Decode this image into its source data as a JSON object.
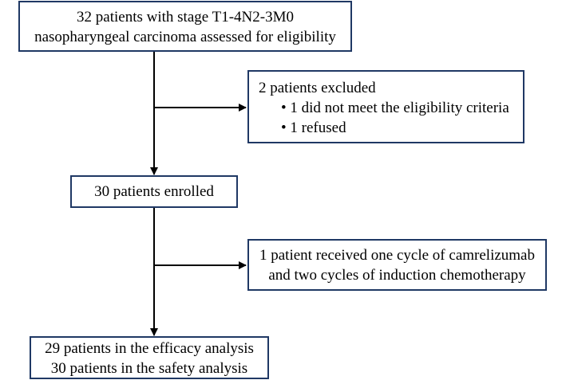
{
  "flowchart": {
    "assessed_box": {
      "lines": [
        "32 patients with stage T1-4N2-3M0",
        "nasopharyngeal carcinoma assessed for eligibility"
      ]
    },
    "excluded_box": {
      "title": "2 patients excluded",
      "bullets": [
        "• 1 did not meet the eligibility criteria",
        "• 1 refused"
      ]
    },
    "enrolled_box": {
      "text": "30 patients enrolled"
    },
    "partial_treatment_box": {
      "lines": [
        "1 patient received one cycle of camrelizumab",
        "and two cycles of induction chemotherapy"
      ]
    },
    "analysis_box": {
      "lines": [
        "29 patients in the efficacy analysis",
        "30 patients in the safety analysis"
      ]
    },
    "colors": {
      "box_border": "#1f3864",
      "arrow": "#000000"
    }
  }
}
